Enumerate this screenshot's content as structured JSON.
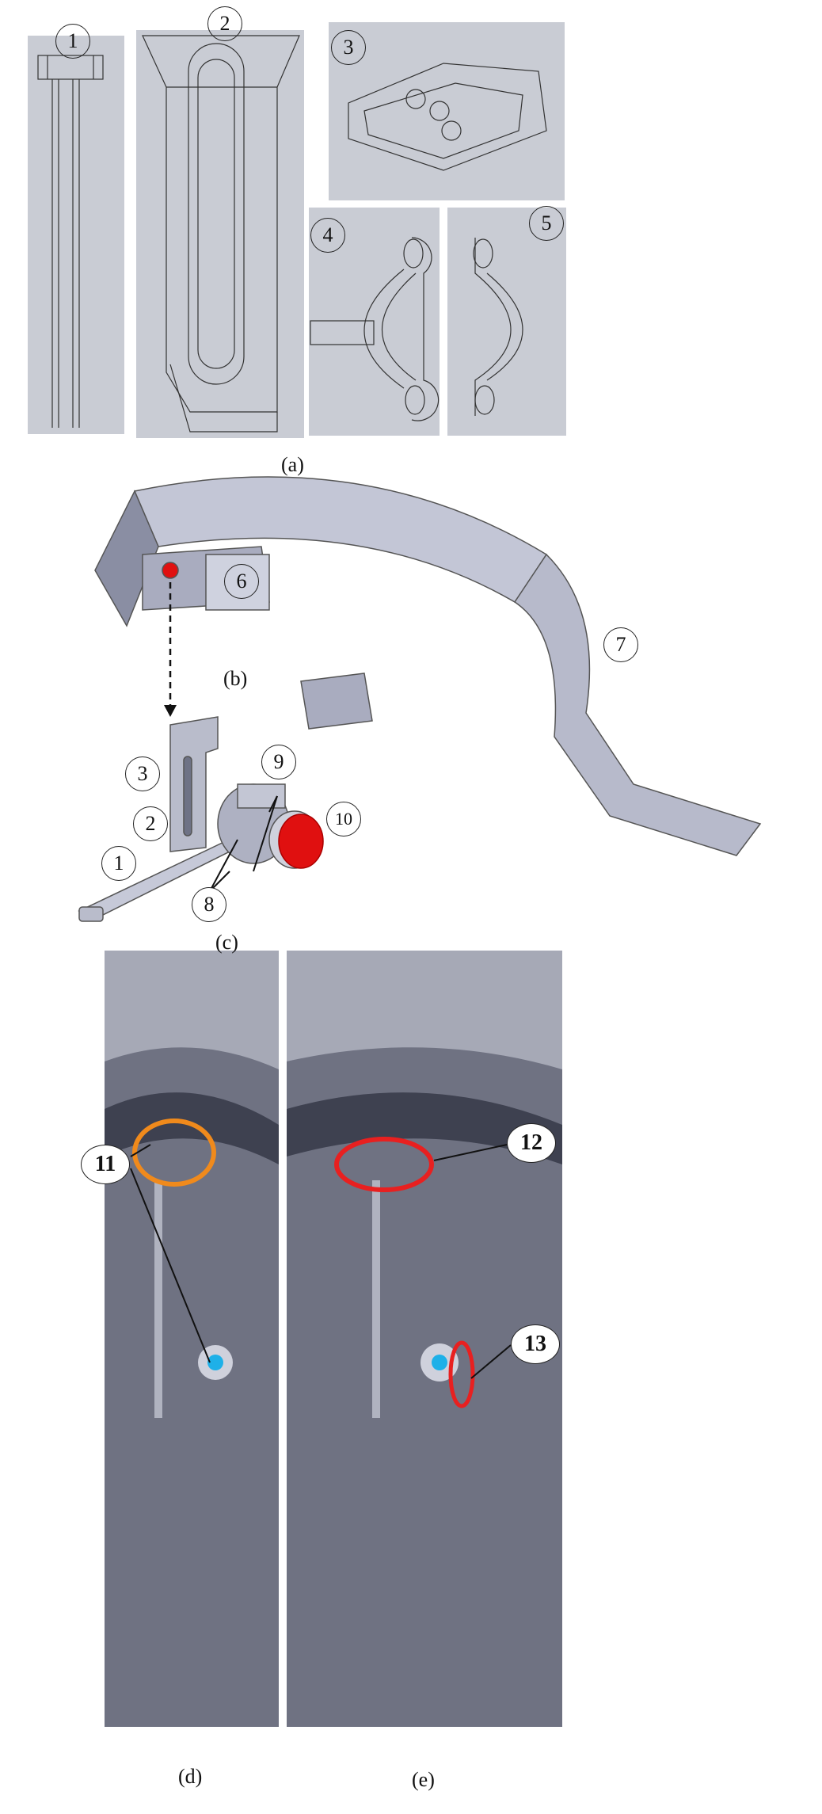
{
  "figure": {
    "captions": {
      "a": "(a)",
      "b": "(b)",
      "c": "(c)",
      "d": "(d)",
      "e": "(e)"
    },
    "part_labels": [
      "1",
      "2",
      "3",
      "4",
      "5",
      "6",
      "7",
      "8",
      "9",
      "10",
      "11",
      "12",
      "13"
    ],
    "colors": {
      "panel_gray": "#c9ccd4",
      "metal": "#b9bccb",
      "dark_metal": "#55596a",
      "red_part": "#e01010",
      "orange_ring": "#f08a1c",
      "red_ring": "#e82020",
      "blue_dot": "#1eb0e8"
    }
  }
}
